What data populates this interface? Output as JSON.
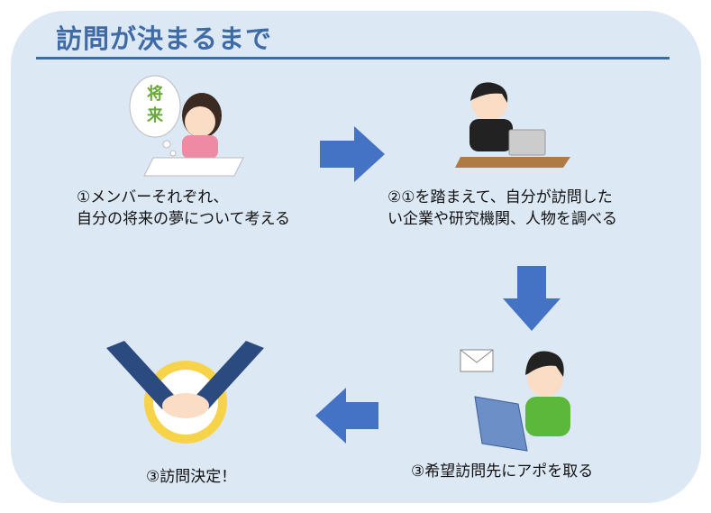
{
  "title": "訪問が決まるまで",
  "steps": [
    {
      "line1": "①メンバーそれぞれ、",
      "line2": "自分の将来の夢について考える"
    },
    {
      "line1": "②①を踏まえて、自分が訪問した",
      "line2": "い企業や研究機関、人物を調べる"
    },
    {
      "line1": "③希望訪問先にアポを取る"
    },
    {
      "line1": "③訪問決定！"
    }
  ],
  "thought_bubble": "将来",
  "colors": {
    "panel": "#dde8f5",
    "title": "#3e6aa6",
    "arrow": "#4472c4"
  }
}
